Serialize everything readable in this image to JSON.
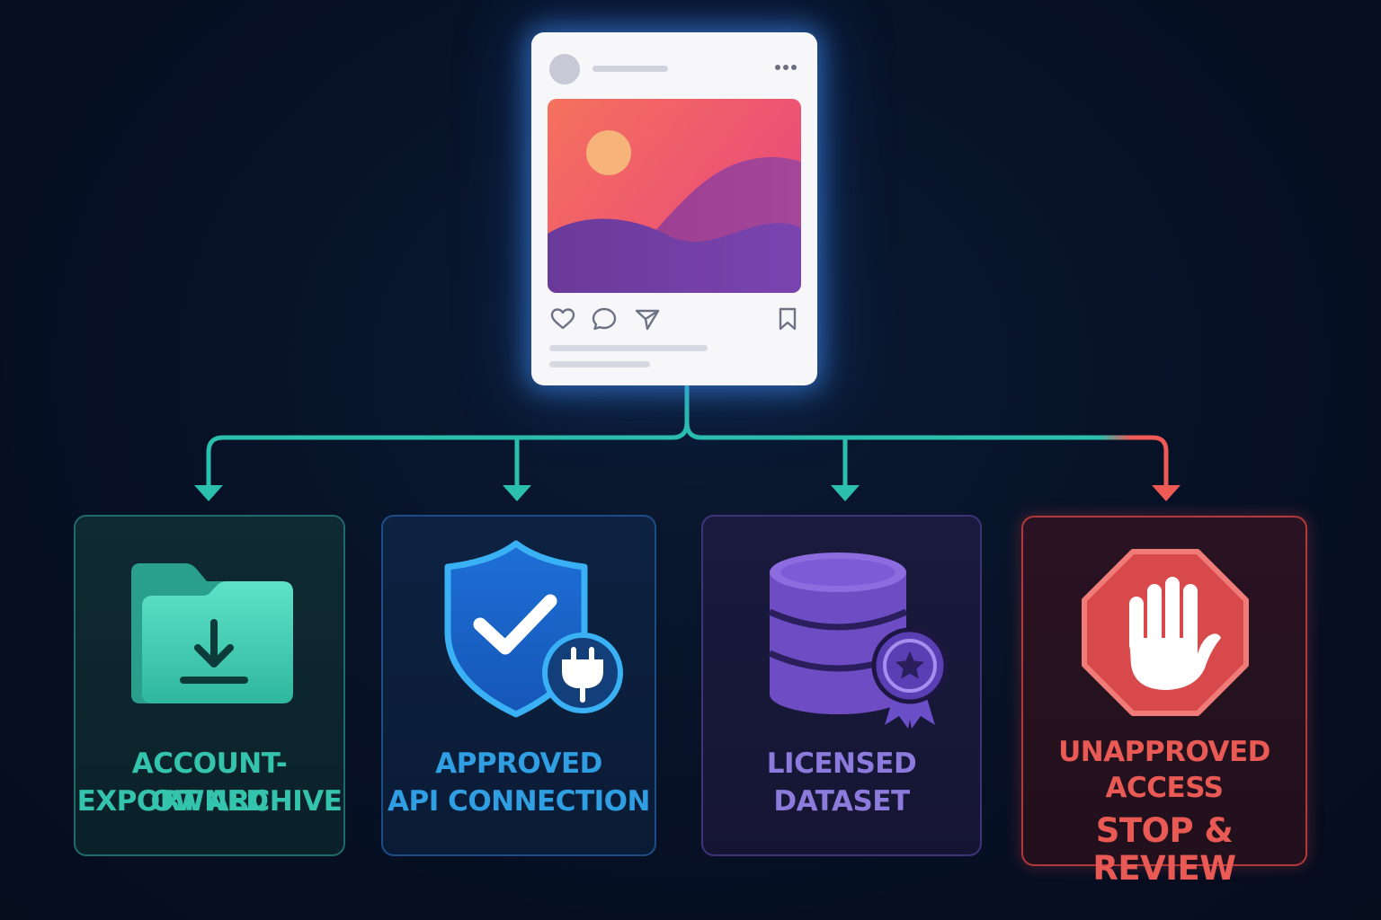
{
  "colors": {
    "background": "#071126",
    "connector_green": "#2bbfae",
    "connector_red": "#ef5a55",
    "teal": "#34c3ad",
    "blue": "#2f9ee3",
    "purple": "#8c7bdc",
    "red": "#ea5a55"
  },
  "post": {
    "icons": [
      "avatar",
      "more-icon",
      "landscape-image",
      "heart-icon",
      "comment-icon",
      "share-icon",
      "bookmark-icon"
    ]
  },
  "options": {
    "export": {
      "icon": "folder-download-icon",
      "line1": "ACCOUNT-OWNED",
      "line2": "EXPORT ARCHIVE"
    },
    "api": {
      "icon": "shield-check-plug-icon",
      "line1": "APPROVED",
      "line2": "API CONNECTION"
    },
    "dataset": {
      "icon": "database-badge-icon",
      "line1": "LICENSED",
      "line2": "DATASET"
    },
    "unapproved": {
      "icon": "stop-hand-icon",
      "line1": "UNAPPROVED",
      "line2": "ACCESS",
      "line3": "STOP & REVIEW"
    }
  }
}
